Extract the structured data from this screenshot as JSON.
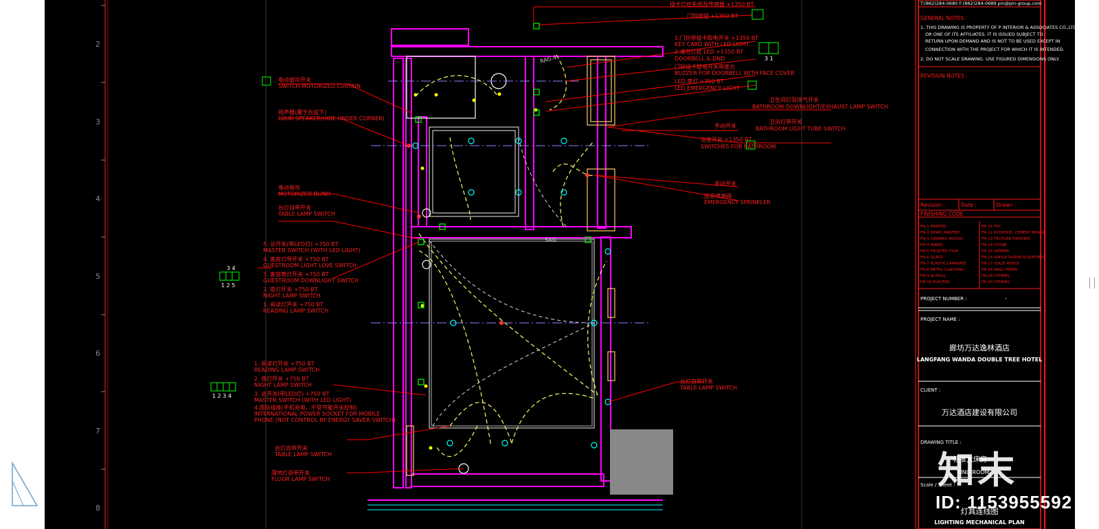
{
  "ruler": {
    "numbers": [
      "2",
      "3",
      "4",
      "5",
      "6",
      "7",
      "8"
    ]
  },
  "colors": {
    "background": "#000000",
    "wall": "#ff00ff",
    "annotation": "#ff2020",
    "leader": "#ff0000",
    "switch": "#00ff00",
    "fixture": "#00ffff",
    "wire": "#ffff66",
    "titleblock": "#ff1a1a",
    "text_white": "#ffffff"
  },
  "labels": {
    "top1_cn": "插卡灯控系统及传感器 +1350 BT",
    "top2_cn": "门铃按钮 +1350 BT",
    "top3_cn": "1.门铃带插卡取电开关 +1350 BT",
    "top3_en": "KEY CARD WITH LED LIGHT",
    "top4_cn": "2.请勿打扰 LED +1350 BT",
    "top4_en": "DOORBELL & DND",
    "top5_cn": "门铃插卡取电开关带夜光",
    "top5_en": "BUZZER FOR DOORBELL WITH FACE COVER",
    "top6_cn": "LED 夜灯 +350 BT",
    "top6_en": "LED EMERGENCY LIGHT",
    "curtain_cn": "电动窗帘开关",
    "curtain_en": "SWITCH MOTORIZED CURTAIN",
    "speaker_cn": "扬声器(藏于台盆下)",
    "speaker_en": "LOUD SPEAKER(HIDE UNDER CORNER)",
    "blind_cn": "电动卷帘",
    "blind_en": "MOTORIZED BLIND",
    "table1_cn": "台灯自带开关",
    "table1_en": "TABLE LAMP SWITCH",
    "bath_cn": "卫生间灯及排气开关",
    "bath_en": "BATHROOM DOWNLIGHT/EXHAUST LAMP SWITCH",
    "bath2_cn": "卫浴灯带开关",
    "bath2_en": "BATHROOM LIGHT TUBE SWITCH",
    "manual_cn": "手动开关",
    "bath3_cn": "浴室开关 +1350 BT",
    "bath3_en": "SWITCHES FOR BATHROOM",
    "manual2_cn": "手动开关",
    "emerg_cn": "应急喷淋阀",
    "emerg_en": "EMERGENCY SPRINKLER",
    "left1": [
      "5. 总开关(带LED灯) +750 BT",
      "MASTER SWITCH (WITH LED LIGHT)",
      "4. 客房灯带开关 +750 BT",
      "GUESTROOM LIGHT LOVE SWITCH",
      "3. 客房筒灯开关 +750 BT",
      "GUESTROOM DOWNLIGHT SWITCH",
      "2. 夜灯开关 +750 BT",
      "NIGHT LAMP SWITCH",
      "1. 阅读灯开关 +750 BT",
      "READING LAMP SWITCH"
    ],
    "left1_box_top": "3 4",
    "left1_box_bottom": "1 2   5",
    "left2": [
      "1. 阅读灯开关 +750 BT",
      "READING LAMP SWITCH",
      "2. 夜灯开关 +750 BT",
      "NIGHT LAMP SWITCH",
      "3. 总开关(带LED灯) +750 BT",
      "MASTER SWITCH (WITH LED LIGHT)",
      "4.国际插座(手机充电，不受节能开关控制)",
      "INTERNATIONAL POWER SOCKET FOR MOBILE",
      "PHONE (NOT CONTROL BY ENERGY SAVER SWITCH)"
    ],
    "left2_box_bottom": "1 2 3 4",
    "table2_cn": "台灯自带开关",
    "table2_en": "TABLE LAMP SWITCH",
    "floor_cn": "落地灯自带开关",
    "floor_en": "FLOOR LAMP SWITCH",
    "table3_cn": "台灯自带开关",
    "table3_en": "TABLE LAMP SWITCH",
    "right_box": "3 1",
    "room_tag1": "RAG.4",
    "room_tag2": "SAG."
  },
  "titleblock": {
    "contact": "T:(862)284-0680 F:(862)284-0689 pin@pin-group.com",
    "general_notes_title": "GENERAL NOTES :",
    "notes": [
      "1. THIS DRAWING IS PROPERTY OF P INTERIOR & ASSOCIATES CO.,LTD.",
      "OR ONE OF ITS AFFILIATES. IT IS ISSUED SUBJECT TO",
      "RETURN UPON DEMAND AND IS NOT TO BE USED EXCEPT IN",
      "CONNECTION WITH THE PROJECT FOR WHICH IT IS INTENDED.",
      "2. DO NOT SCALE DRAWING. USE FIGURED DIMENSIONS ONLY."
    ],
    "revision_notes": "REVISION NOTES :",
    "revision": "Revision :",
    "date": "Date :",
    "drawn": "Drawn :",
    "finishing_code": "FINISHING CODE",
    "codes_left": [
      "FN-1 PAINTED",
      "FN-2 SPRAY PAINTED",
      "FN-3 CERAMIC MOSAIC",
      "FN-4 FABRIC",
      "FN-5 FROSTED FILM",
      "FN-6 GLASS",
      "FN-7 PLASTIC LAMINATE",
      "FN-8 METAL CLADDING",
      "FN-9 ACRYLIC",
      "FN-10 PLASTER"
    ],
    "codes_right": [
      "FN-11 PVC",
      "FN-12 PLYWOOD, CEMENT BOARD",
      "FN-13 TEXTURE FINISHED",
      "FN-14 STONE",
      "FN-15 VENEER",
      "FN-16 VINYLE SURFACE/LEATHER",
      "FN-17 SOLID WOOD",
      "FN-18 WALL PAPER",
      "FN-19 OTHERS",
      "FN-20 OTHERS"
    ],
    "project_number": "PROJECT NUMBER :",
    "project_number_value": "-",
    "project_name": "PROJECT NAME :",
    "project_cn": "廊坊万达逸林酒店",
    "project_en": "LANGFANG WANDA DOUBLE TREE HOTEL",
    "client": "CLIENT :",
    "client_cn": "万达酒店建设有限公司",
    "drawing_title": "DRAWING TITLE :",
    "room_cn": "标准大床房",
    "room_en": "KING ROOM",
    "sheet_label": "Scale / Sheet :",
    "plan_cn": "灯具连线图",
    "plan_en": "LIGHTING MECHANICAL PLAN"
  },
  "watermark": {
    "logo": "知末",
    "id": "ID: 1153955592"
  }
}
